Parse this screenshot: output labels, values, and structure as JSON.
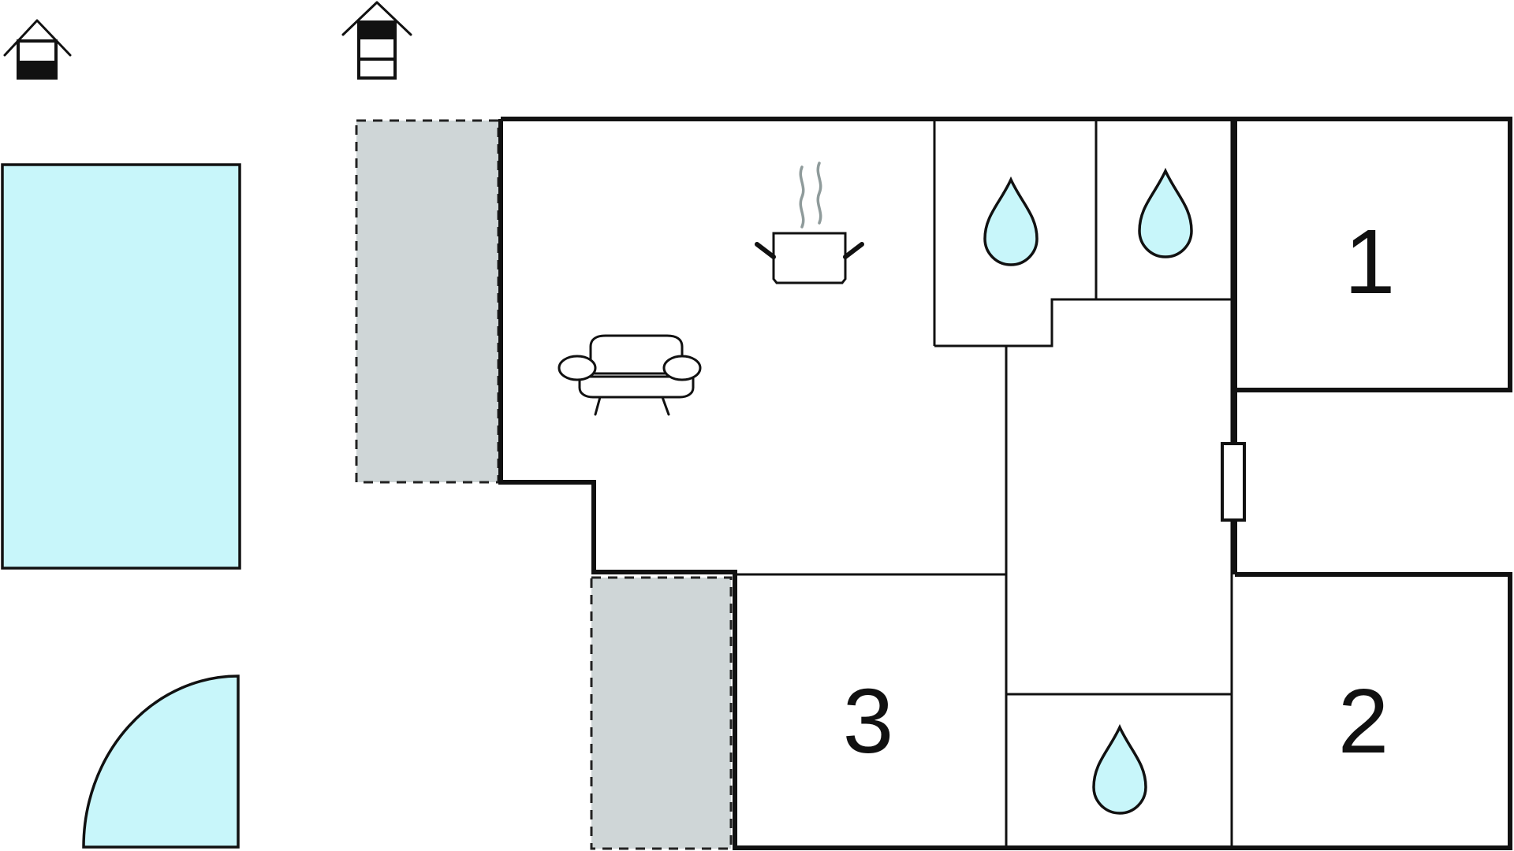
{
  "floor_plan": {
    "rooms": [
      {
        "number": "1"
      },
      {
        "number": "2"
      },
      {
        "number": "3"
      }
    ]
  },
  "icons": {
    "legend": [
      "house-ground-floor-icon",
      "house-upper-floor-icon"
    ],
    "bathrooms": [
      "water-drop-icon",
      "water-drop-icon",
      "water-drop-icon"
    ],
    "kitchen": "cooking-pot-icon",
    "living": "sofa-icon",
    "fireplace": "fireplace-icon"
  },
  "colors": {
    "water": "#c8f6fa",
    "terrace": "#cfd6d7",
    "wall": "#111111",
    "steam": "#8f9b9b",
    "background": "#ffffff"
  }
}
